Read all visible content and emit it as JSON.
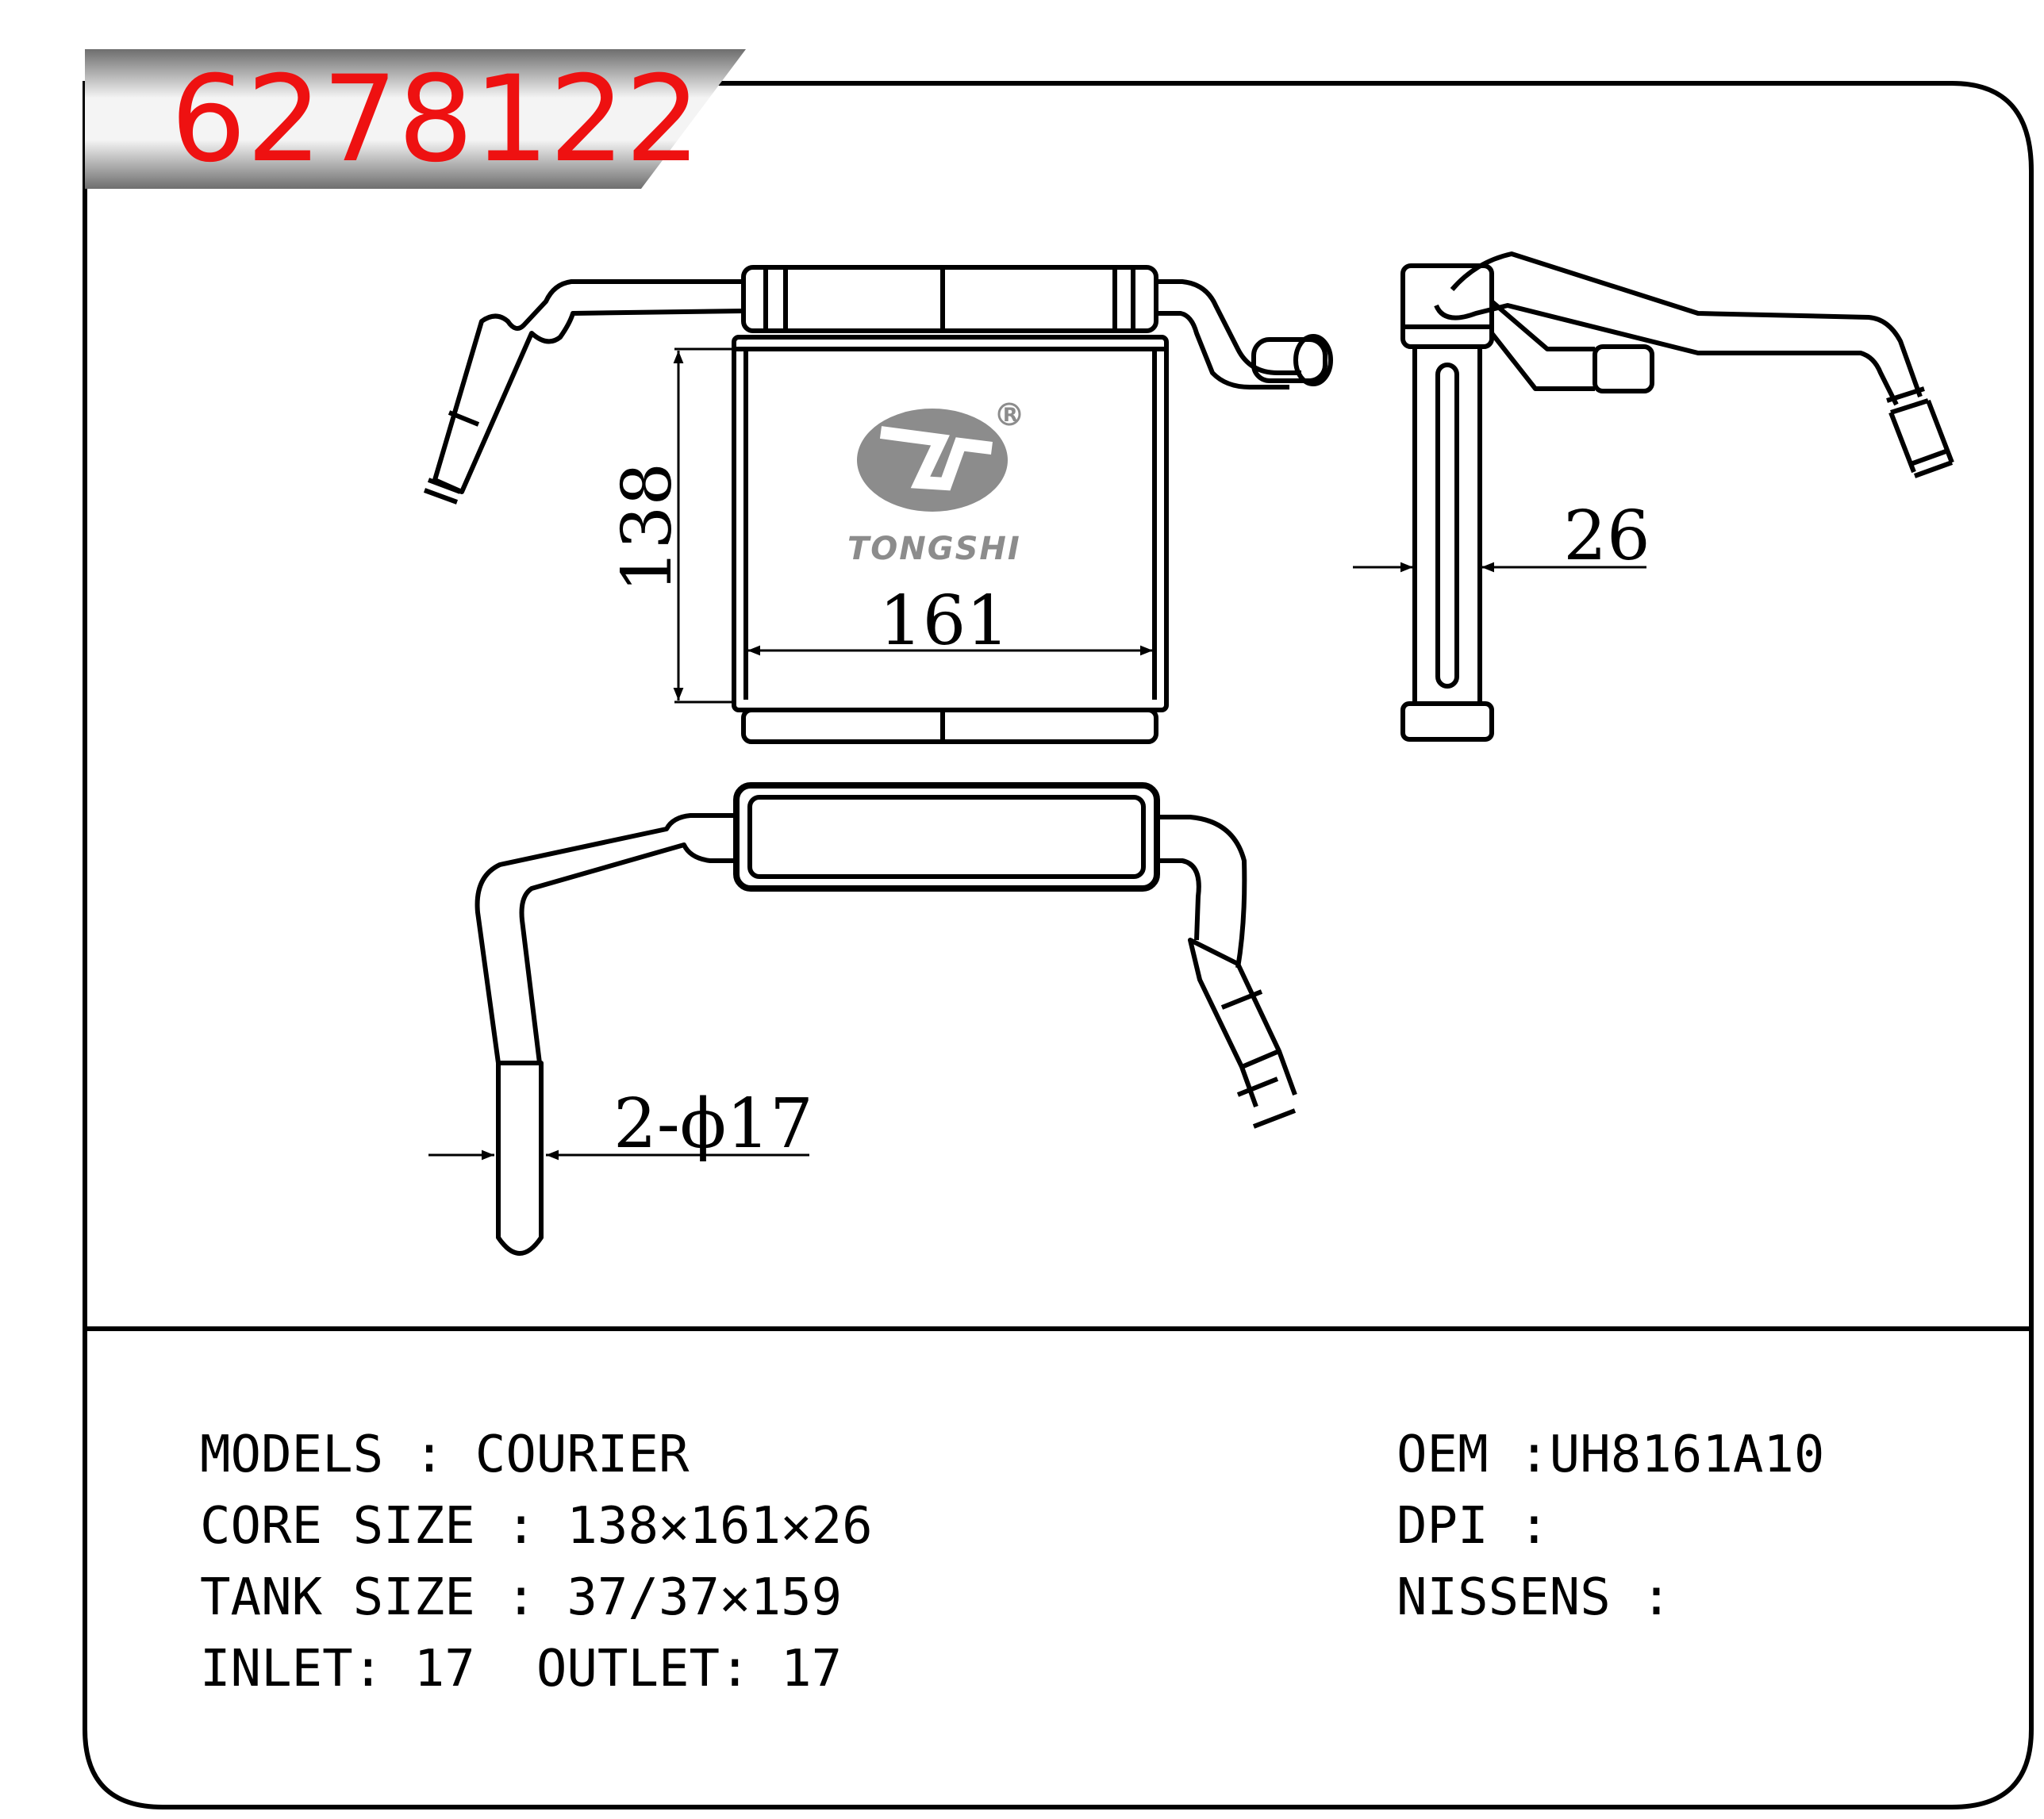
{
  "part_number": "6278122",
  "logo": {
    "brand": "TONGSHI",
    "registered_mark": "R"
  },
  "dimensions": {
    "height": "138",
    "width": "161",
    "thickness": "26",
    "pipe_diameter": "2-ϕ17"
  },
  "specs": {
    "left": [
      "MODELS : COURIER",
      "CORE SIZE : 138✕161✕26",
      "TANK SIZE : 37/37✕159",
      "INLET: 17  OUTLET: 17"
    ],
    "right": [
      "OEM :UH8161A10",
      "DPI :",
      "NISSENS :"
    ]
  },
  "colors": {
    "part_number": "#ee1111",
    "header_band": "#9a9a9a",
    "logo": "#8c8c8c",
    "line": "#000000"
  }
}
